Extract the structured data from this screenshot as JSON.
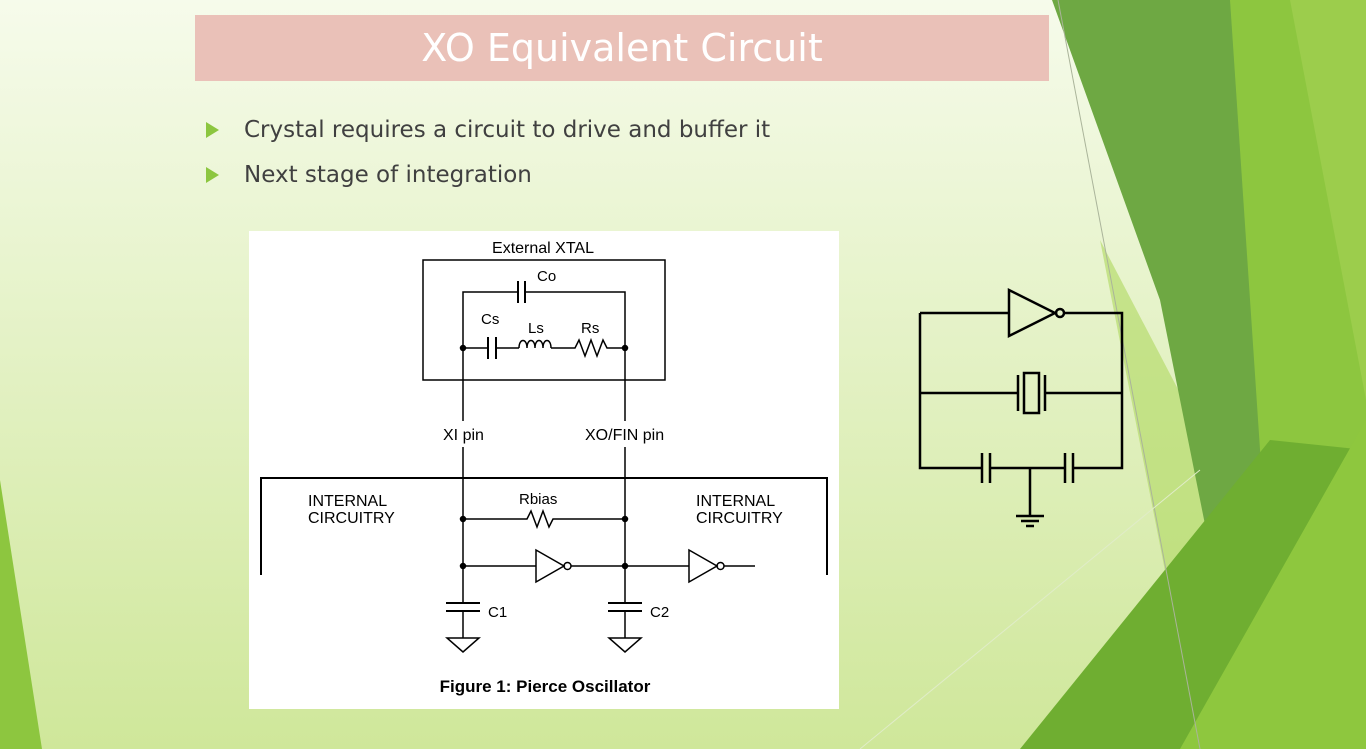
{
  "slide": {
    "title": "XO Equivalent Circuit",
    "bullets": [
      "Crystal requires a circuit to drive and buffer it",
      "Next stage of integration"
    ]
  },
  "figure": {
    "external_label": "External  XTAL",
    "co": "Co",
    "cs": "Cs",
    "ls": "Ls",
    "rs": "Rs",
    "xi_pin": "XI pin",
    "xo_pin": "XO/FIN pin",
    "internal_left_1": "INTERNAL",
    "internal_left_2": "CIRCUITRY",
    "internal_right_1": "INTERNAL",
    "internal_right_2": "CIRCUITRY",
    "rbias": "Rbias",
    "c1": "C1",
    "c2": "C2",
    "caption": "Figure 1:  Pierce Oscillator"
  },
  "colors": {
    "title_bg": "#eac1b8",
    "bullet": "#8cc63f",
    "bg_light": "#f6fbeb",
    "bg_green": "#cfe79a"
  }
}
